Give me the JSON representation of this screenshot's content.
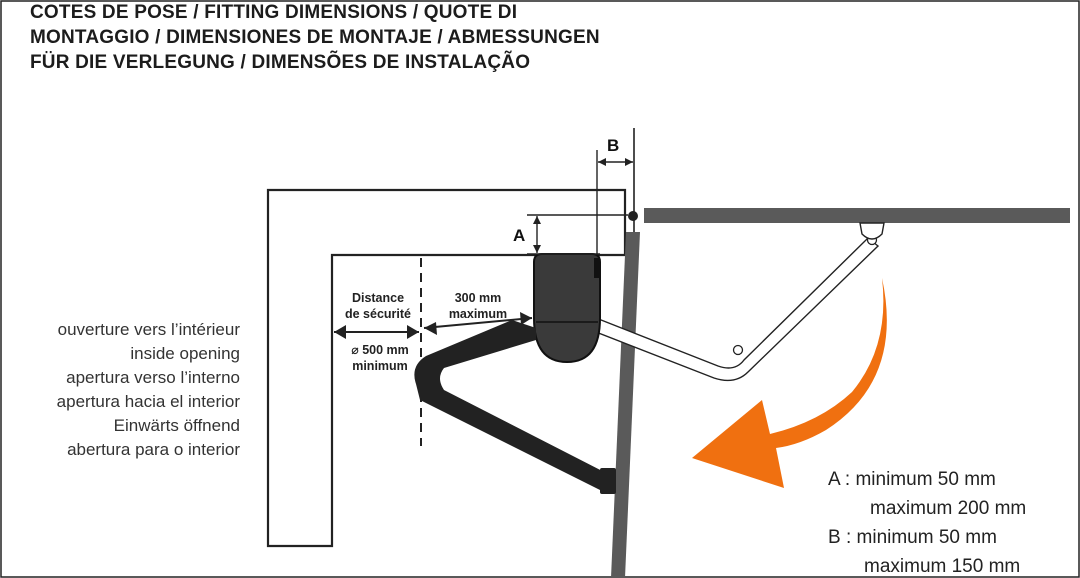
{
  "title": {
    "line1": "COTES DE POSE / FITTING DIMENSIONS / QUOTE DI",
    "line2": "MONTAGGIO / DIMENSIONES DE MONTAJE /  ABMESSUNGEN",
    "line3": "FÜR DIE VERLEGUNG / DIMENSÕES DE INSTALAÇÃO"
  },
  "opening_labels": [
    "ouverture vers l’intérieur",
    "inside opening",
    "apertura verso l’interno",
    "apertura hacia el interior",
    "Einwärts öffnend",
    "abertura para o interior"
  ],
  "dimensions": {
    "safety_line1": "Distance",
    "safety_line2": "de sécurité",
    "safety_min1": "⌀ 500 mm",
    "safety_min2": "minimum",
    "max_line1": "300 mm",
    "max_line2": "maximum"
  },
  "letters": {
    "a": "A",
    "b": "B"
  },
  "legend": {
    "a_label": "A :",
    "a_min": "minimum 50 mm",
    "a_max": "maximum 200 mm",
    "b_label": "B :",
    "b_min": "minimum 50 mm",
    "b_max": "maximum 150 mm"
  },
  "colors": {
    "arrow": "#f07010",
    "motor": "#3a3a3a",
    "wall_line": "#222222",
    "gate": "#5a5a5a"
  }
}
